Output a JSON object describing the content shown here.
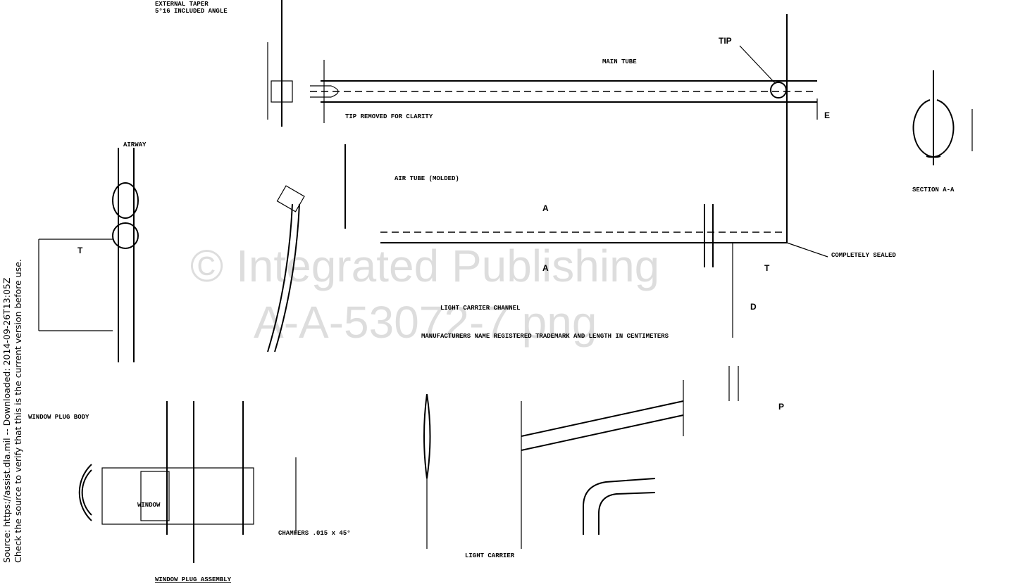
{
  "watermark": {
    "line1": "© Integrated Publishing",
    "line2": "A-A-53072-7.png"
  },
  "source_note": {
    "line1": "Source: https://assist.dla.mil -- Downloaded: 2014-09-26T13:05Z",
    "line2": "Check the source to verify that this is the current version before use."
  },
  "labels": {
    "external_taper": "EXTERNAL TAPER",
    "included_angle": "5°16 INCLUDED ANGLE",
    "tip": "TIP",
    "main_tube": "MAIN TUBE",
    "tip_removed": "TIP REMOVED FOR CLARITY",
    "dim_a": "A",
    "dim_e": "E",
    "dim_t": "T",
    "dim_d": "D",
    "dim_p": "P",
    "air_tube": "AIR TUBE (MOLDED)",
    "completely_sealed": "COMPLETELY SEALED",
    "light_carrier_channel": "LIGHT CARRIER CHANNEL",
    "section_aa": "SECTION A-A",
    "air_way": "AIRWAY",
    "manufacturers_name": "MANUFACTURERS NAME REGISTERED TRADEMARK AND LENGTH IN CENTIMETERS",
    "window_plug_body": "WINDOW PLUG BODY",
    "window_plug_assembly": "WINDOW PLUG ASSEMBLY",
    "light_carrier": "LIGHT CARRIER",
    "window": "WINDOW",
    "chamfers": "CHAMFERS .015 x 45°"
  }
}
